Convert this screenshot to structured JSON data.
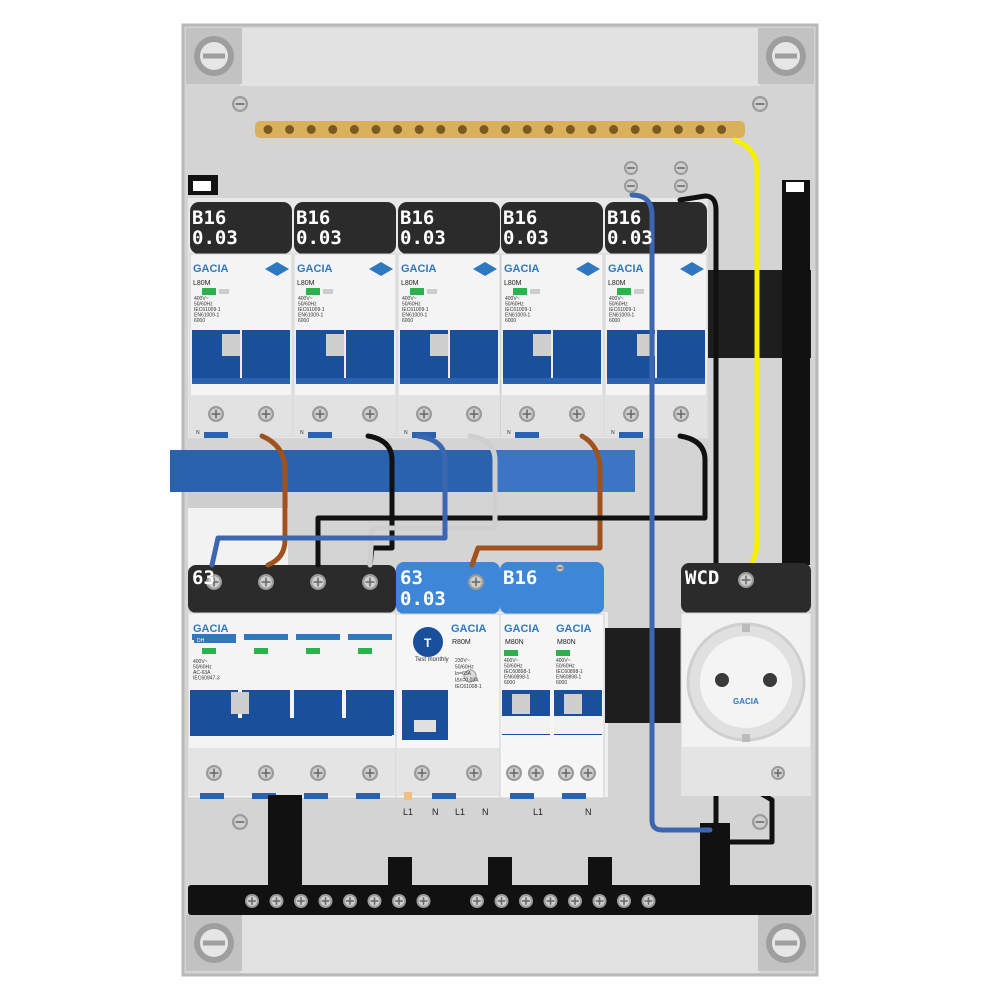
{
  "top_row": {
    "breakers": [
      {
        "rating": "B16",
        "trip": "0.03",
        "brand": "GACIA",
        "model": "L80M"
      },
      {
        "rating": "B16",
        "trip": "0.03",
        "brand": "GACIA",
        "model": "L80M"
      },
      {
        "rating": "B16",
        "trip": "0.03",
        "brand": "GACIA",
        "model": "L80M"
      },
      {
        "rating": "B16",
        "trip": "0.03",
        "brand": "GACIA",
        "model": "L80M"
      },
      {
        "rating": "B16",
        "trip": "0.03",
        "brand": "GACIA",
        "model": "L80M"
      }
    ],
    "spec_lines": [
      "400V~",
      "50/60Hz",
      "IEC61009-1",
      "EN61009-1",
      "6000"
    ],
    "terminal_mark": "N"
  },
  "bottom_row": {
    "main_switch": {
      "rating": "63",
      "brand": "GACIA",
      "model": "DH",
      "spec_lines": [
        "400V~",
        "50/60Hz",
        "AC-63A",
        "IEC60947-3"
      ]
    },
    "rcd": {
      "rating": "63",
      "trip": "0.03",
      "brand": "GACIA",
      "model": "R80M",
      "test_label": "Test monthly",
      "spec_lines": [
        "230V~",
        "50/60Hz",
        "In=63A",
        "IΔn=0.03A",
        "IEC61008-1"
      ]
    },
    "mcb_group": {
      "rating": "B16",
      "brand": "GACIA",
      "units": [
        {
          "model": "M80N"
        },
        {
          "model": "M80N"
        }
      ],
      "spec_lines": [
        "400V~",
        "50/60Hz",
        "IEC60898-1",
        "EN60898-1",
        "6000"
      ]
    },
    "socket": {
      "label": "WCD",
      "brand": "GACIA"
    },
    "terminal_labels": [
      "L1",
      "N",
      "L1",
      "N",
      "L1",
      "N"
    ]
  },
  "colors": {
    "enclosure": "#cfcfcf",
    "rail": "#e6e6e6",
    "label_dark": "#2b2b2b",
    "label_blue": "#3d86d8",
    "handle_blue": "#1a4f9c",
    "busbar_blue": "#2a62b0",
    "brass": "#d8b15a",
    "wire_brown": "#a0521e",
    "wire_blue": "#3c66b0",
    "wire_black": "#111111",
    "wire_grey": "#cccccc",
    "wire_yellow": "#f7f000",
    "brand_blue": "#2f78c0"
  },
  "icons": [
    "screw-icon",
    "test-button-icon",
    "ce-mark-icon",
    "socket-outlet-icon"
  ]
}
